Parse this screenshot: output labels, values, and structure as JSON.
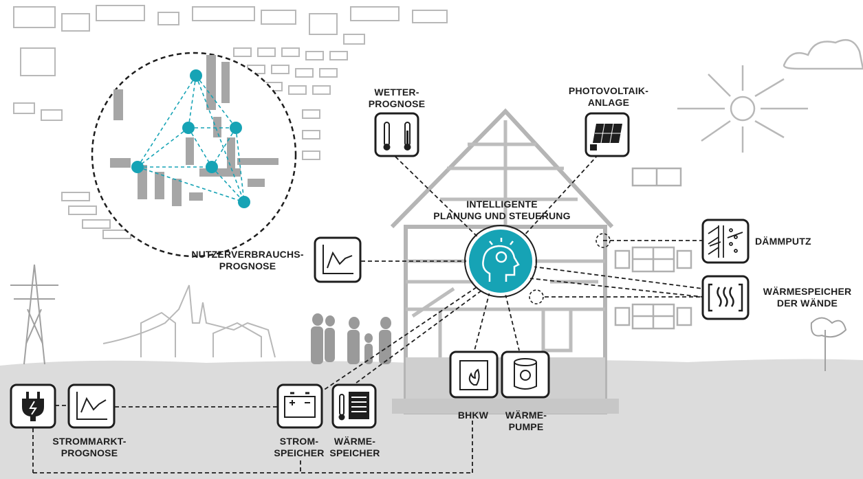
{
  "center": {
    "line1": "INTELLIGENTE",
    "line2": "PLANUNG UND STEUERUNG"
  },
  "nodes": {
    "weather": {
      "line1": "WETTER-",
      "line2": "PROGNOSE"
    },
    "pv": {
      "line1": "PHOTOVOLTAIK-",
      "line2": "ANLAGE"
    },
    "insulation": {
      "line1": "DÄMMPUTZ"
    },
    "wall_storage": {
      "line1": "WÄRMESPEICHER",
      "line2": "DER WÄNDE"
    },
    "usage": {
      "line1": "NUTZERVERBRAUCHS-",
      "line2": "PROGNOSE"
    },
    "chp": {
      "line1": "BHKW"
    },
    "heat_pump": {
      "line1": "WÄRME-",
      "line2": "PUMPE"
    },
    "power_storage": {
      "line1": "STROM-",
      "line2": "SPEICHER"
    },
    "heat_storage": {
      "line1": "WÄRME-",
      "line2": "SPEICHER"
    },
    "market": {
      "line1": "STROMMARKT-",
      "line2": "PROGNOSE"
    }
  },
  "colors": {
    "accent": "#16a3b5",
    "ink": "#1e1e1e",
    "sketch": "#b8b8b8",
    "ground": "#dcdcdc"
  },
  "icons": [
    "thermometer-icon",
    "solar-panel-icon",
    "insulation-icon",
    "heat-waves-icon",
    "line-chart-icon",
    "chp-flame-icon",
    "heat-pump-icon",
    "battery-icon",
    "heat-storage-icon",
    "plug-icon",
    "brain-bulb-icon"
  ]
}
